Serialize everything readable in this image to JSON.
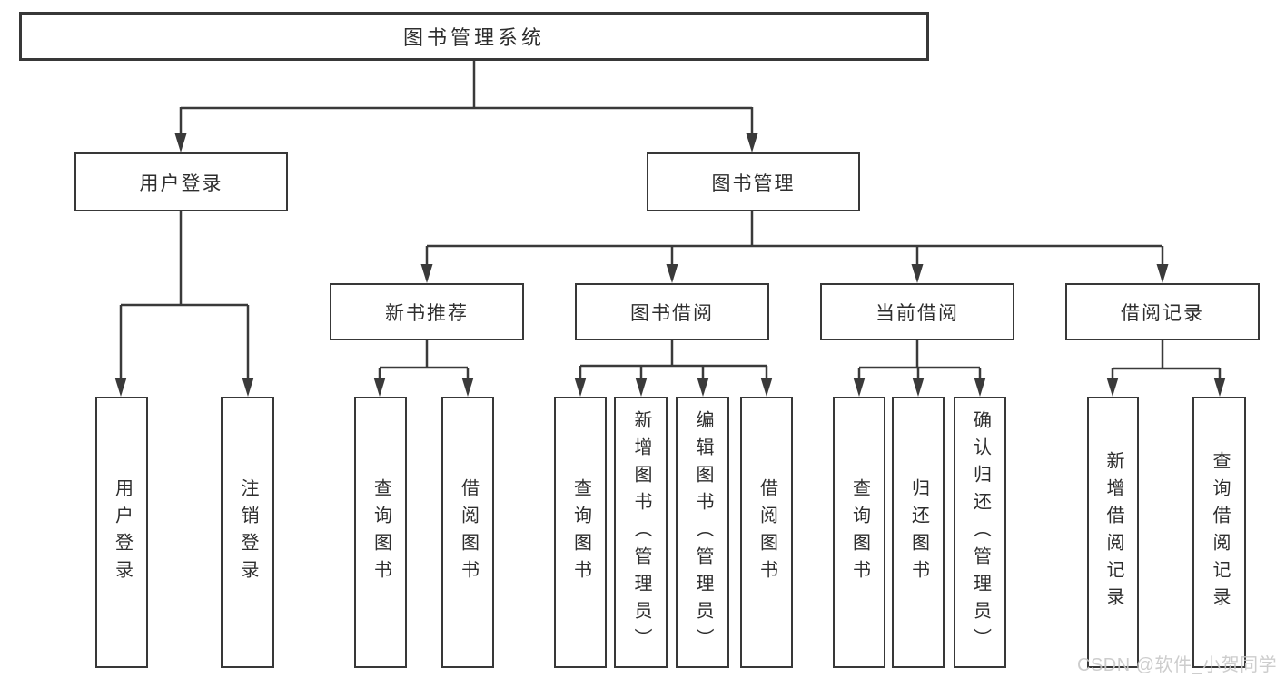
{
  "diagram": {
    "root": {
      "label": "图书管理系统"
    },
    "branches": [
      {
        "label": "用户登录",
        "children": [
          {
            "label": "用户登录"
          },
          {
            "label": "注销登录"
          }
        ]
      },
      {
        "label": "图书管理",
        "children": [
          {
            "label": "新书推荐",
            "children": [
              {
                "label": "查询图书"
              },
              {
                "label": "借阅图书"
              }
            ]
          },
          {
            "label": "图书借阅",
            "children": [
              {
                "label": "查询图书"
              },
              {
                "label": "新增图书（管理员）"
              },
              {
                "label": "编辑图书（管理员）"
              },
              {
                "label": "借阅图书"
              }
            ]
          },
          {
            "label": "当前借阅",
            "children": [
              {
                "label": "查询图书"
              },
              {
                "label": "归还图书"
              },
              {
                "label": "确认归还（管理员）"
              }
            ]
          },
          {
            "label": "借阅记录",
            "children": [
              {
                "label": "新增借阅记录"
              },
              {
                "label": "查询借阅记录"
              }
            ]
          }
        ]
      }
    ]
  },
  "watermark": {
    "text": "CSDN @软件_小贺同学",
    "color": "#c9c9c9"
  },
  "colors": {
    "line": "#3a3a3a",
    "box_border": "#383838",
    "text": "#2e2e2e",
    "background": "#ffffff"
  }
}
